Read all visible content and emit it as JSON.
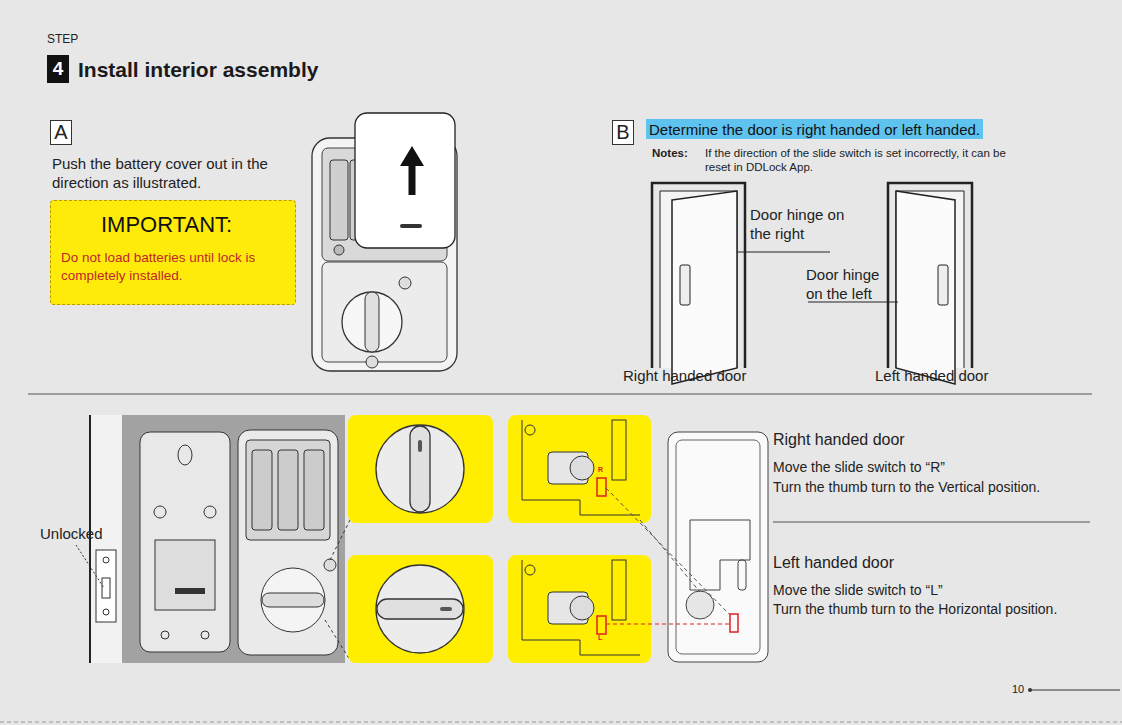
{
  "diagram": {
    "title": "Install interior assembly",
    "nodes": [
      {
        "text": [
          "STEP",
          "4"
        ]
      },
      {
        "text": [
          "A"
        ]
      },
      {
        "text": [
          "IMPORTANT:",
          "Do not load batteries until lock is completely installed."
        ]
      },
      {
        "text": [
          "B"
        ]
      },
      {
        "text": [
          "Determine the door is right handed or left handed."
        ]
      }
    ],
    "labels": [
      "Push the battery cover out in the direction as illustrated.",
      "Notes:",
      "If the direction of the slide switch is set incorrectly, it can be reset in DDLock App.",
      "Door hinge on the right",
      "Door hinge on the left",
      "Right handed door",
      "Left handed door",
      "Unlocked",
      "R",
      "L",
      "Right handed door",
      "Move the slide switch to “R”",
      "Turn the thumb turn to the Vertical position.",
      "Left handed door",
      "Move the slide switch to “L”",
      "Turn the thumb turn to the Horizontal position.",
      "10"
    ]
  }
}
